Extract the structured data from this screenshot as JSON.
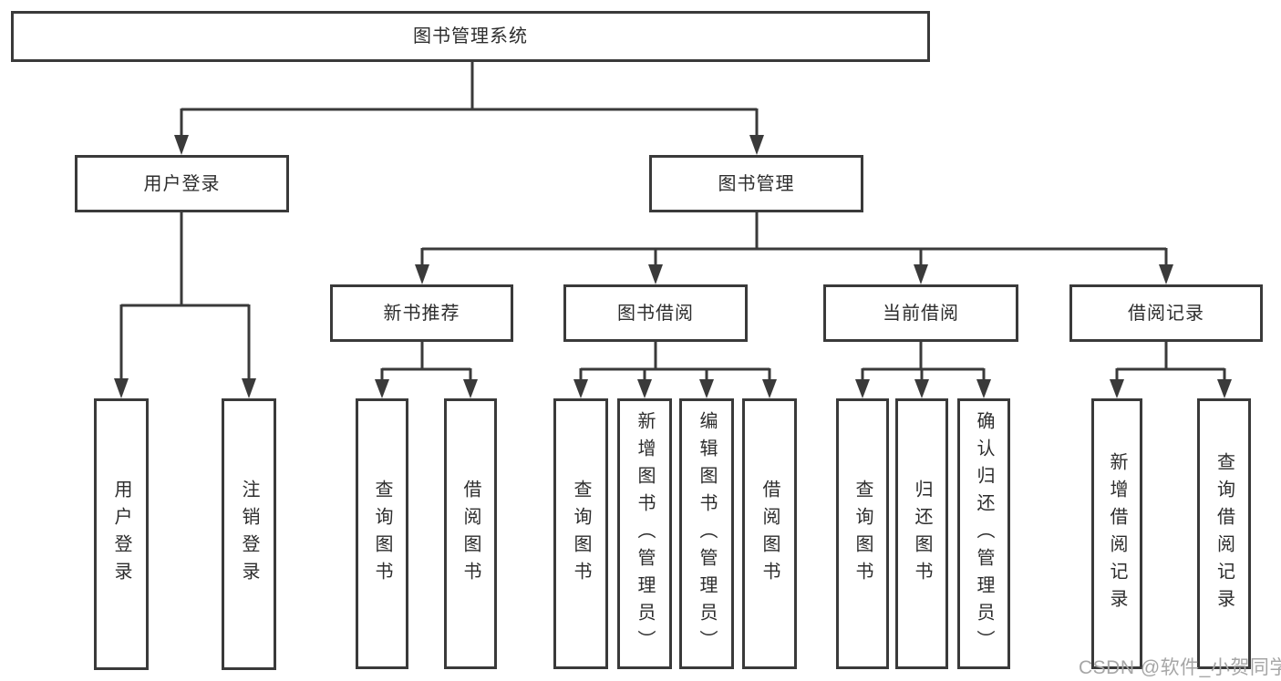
{
  "colors": {
    "line": "#3a3a3a",
    "box_border": "#3a3a3a",
    "text": "#2d2d2d",
    "watermark": "#a6a6a6",
    "background": "#ffffff"
  },
  "nodes": {
    "root": "图书管理系统",
    "user_login": "用户登录",
    "book_mgmt": "图书管理",
    "new_book_rec": "新书推荐",
    "book_borrow": "图书借阅",
    "current_borrow": "当前借阅",
    "borrow_records": "借阅记录",
    "leaf_user_login": "用户登录",
    "leaf_logout": "注销登录",
    "leaf_query_books_a": "查询图书",
    "leaf_borrow_books_a": "借阅图书",
    "leaf_query_books_b": "查询图书",
    "leaf_add_books": "新增图书（管理员）",
    "leaf_edit_books": "编辑图书（管理员）",
    "leaf_borrow_books_b": "借阅图书",
    "leaf_query_books_c": "查询图书",
    "leaf_return_books": "归还图书",
    "leaf_confirm_return": "确认归还（管理员）",
    "leaf_add_borrow_record": "新增借阅记录",
    "leaf_query_borrow_record": "查询借阅记录"
  },
  "watermark": "CSDN @软件_小贺同学"
}
